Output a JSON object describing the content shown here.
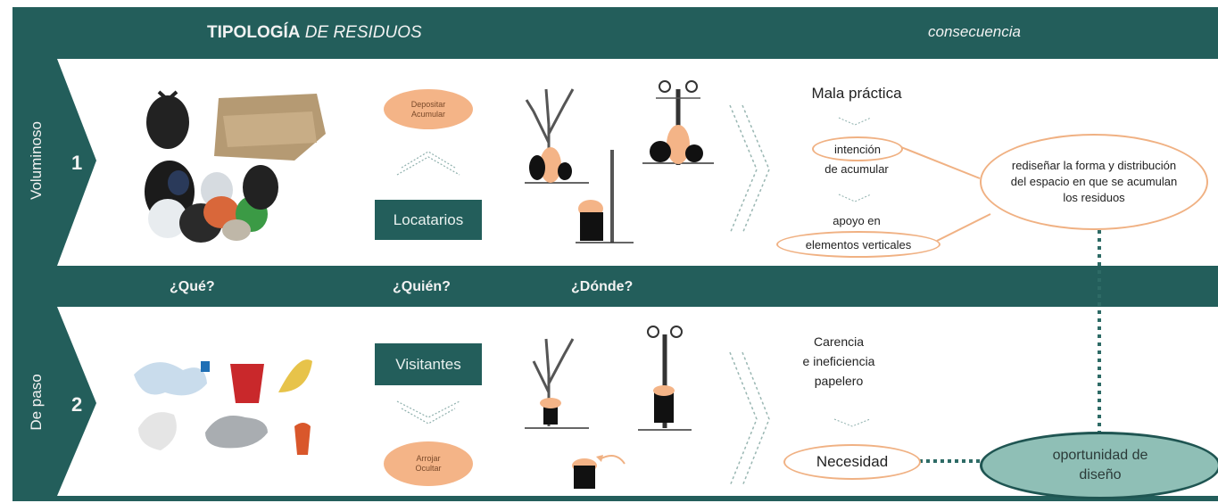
{
  "header": {
    "title_bold": "TIPOLOGÍA",
    "title_italic": "DE RESIDUOS",
    "right_title": "consecuencia"
  },
  "rows": [
    {
      "number": "1",
      "label": "Voluminoso"
    },
    {
      "number": "2",
      "label": "De paso"
    }
  ],
  "questions": {
    "que": "¿Qué?",
    "quien": "¿Quién?",
    "donde": "¿Dónde?"
  },
  "row1": {
    "action_pill": "Depositar\nAcumular",
    "who_box": "Locatarios",
    "mala_practica": "Mala práctica",
    "intencion": "intención",
    "de_acumular": "de acumular",
    "apoyo": "apoyo en",
    "elementos": "elementos verticales",
    "redisenar": "rediseñar la forma y distribución del espacio en que se acumulan los residuos"
  },
  "row2": {
    "who_box": "Visitantes",
    "action_pill": "Arrojar\nOcultar",
    "carencia": "Carencia\ne ineficiencia\npapelero",
    "necesidad": "Necesidad",
    "oportunidad": "oportunidad de\ndiseño"
  },
  "colors": {
    "teal": "#235e5b",
    "orange": "#f0b183",
    "pill": "#f4b487",
    "oval_fill": "#8fbfb6"
  }
}
